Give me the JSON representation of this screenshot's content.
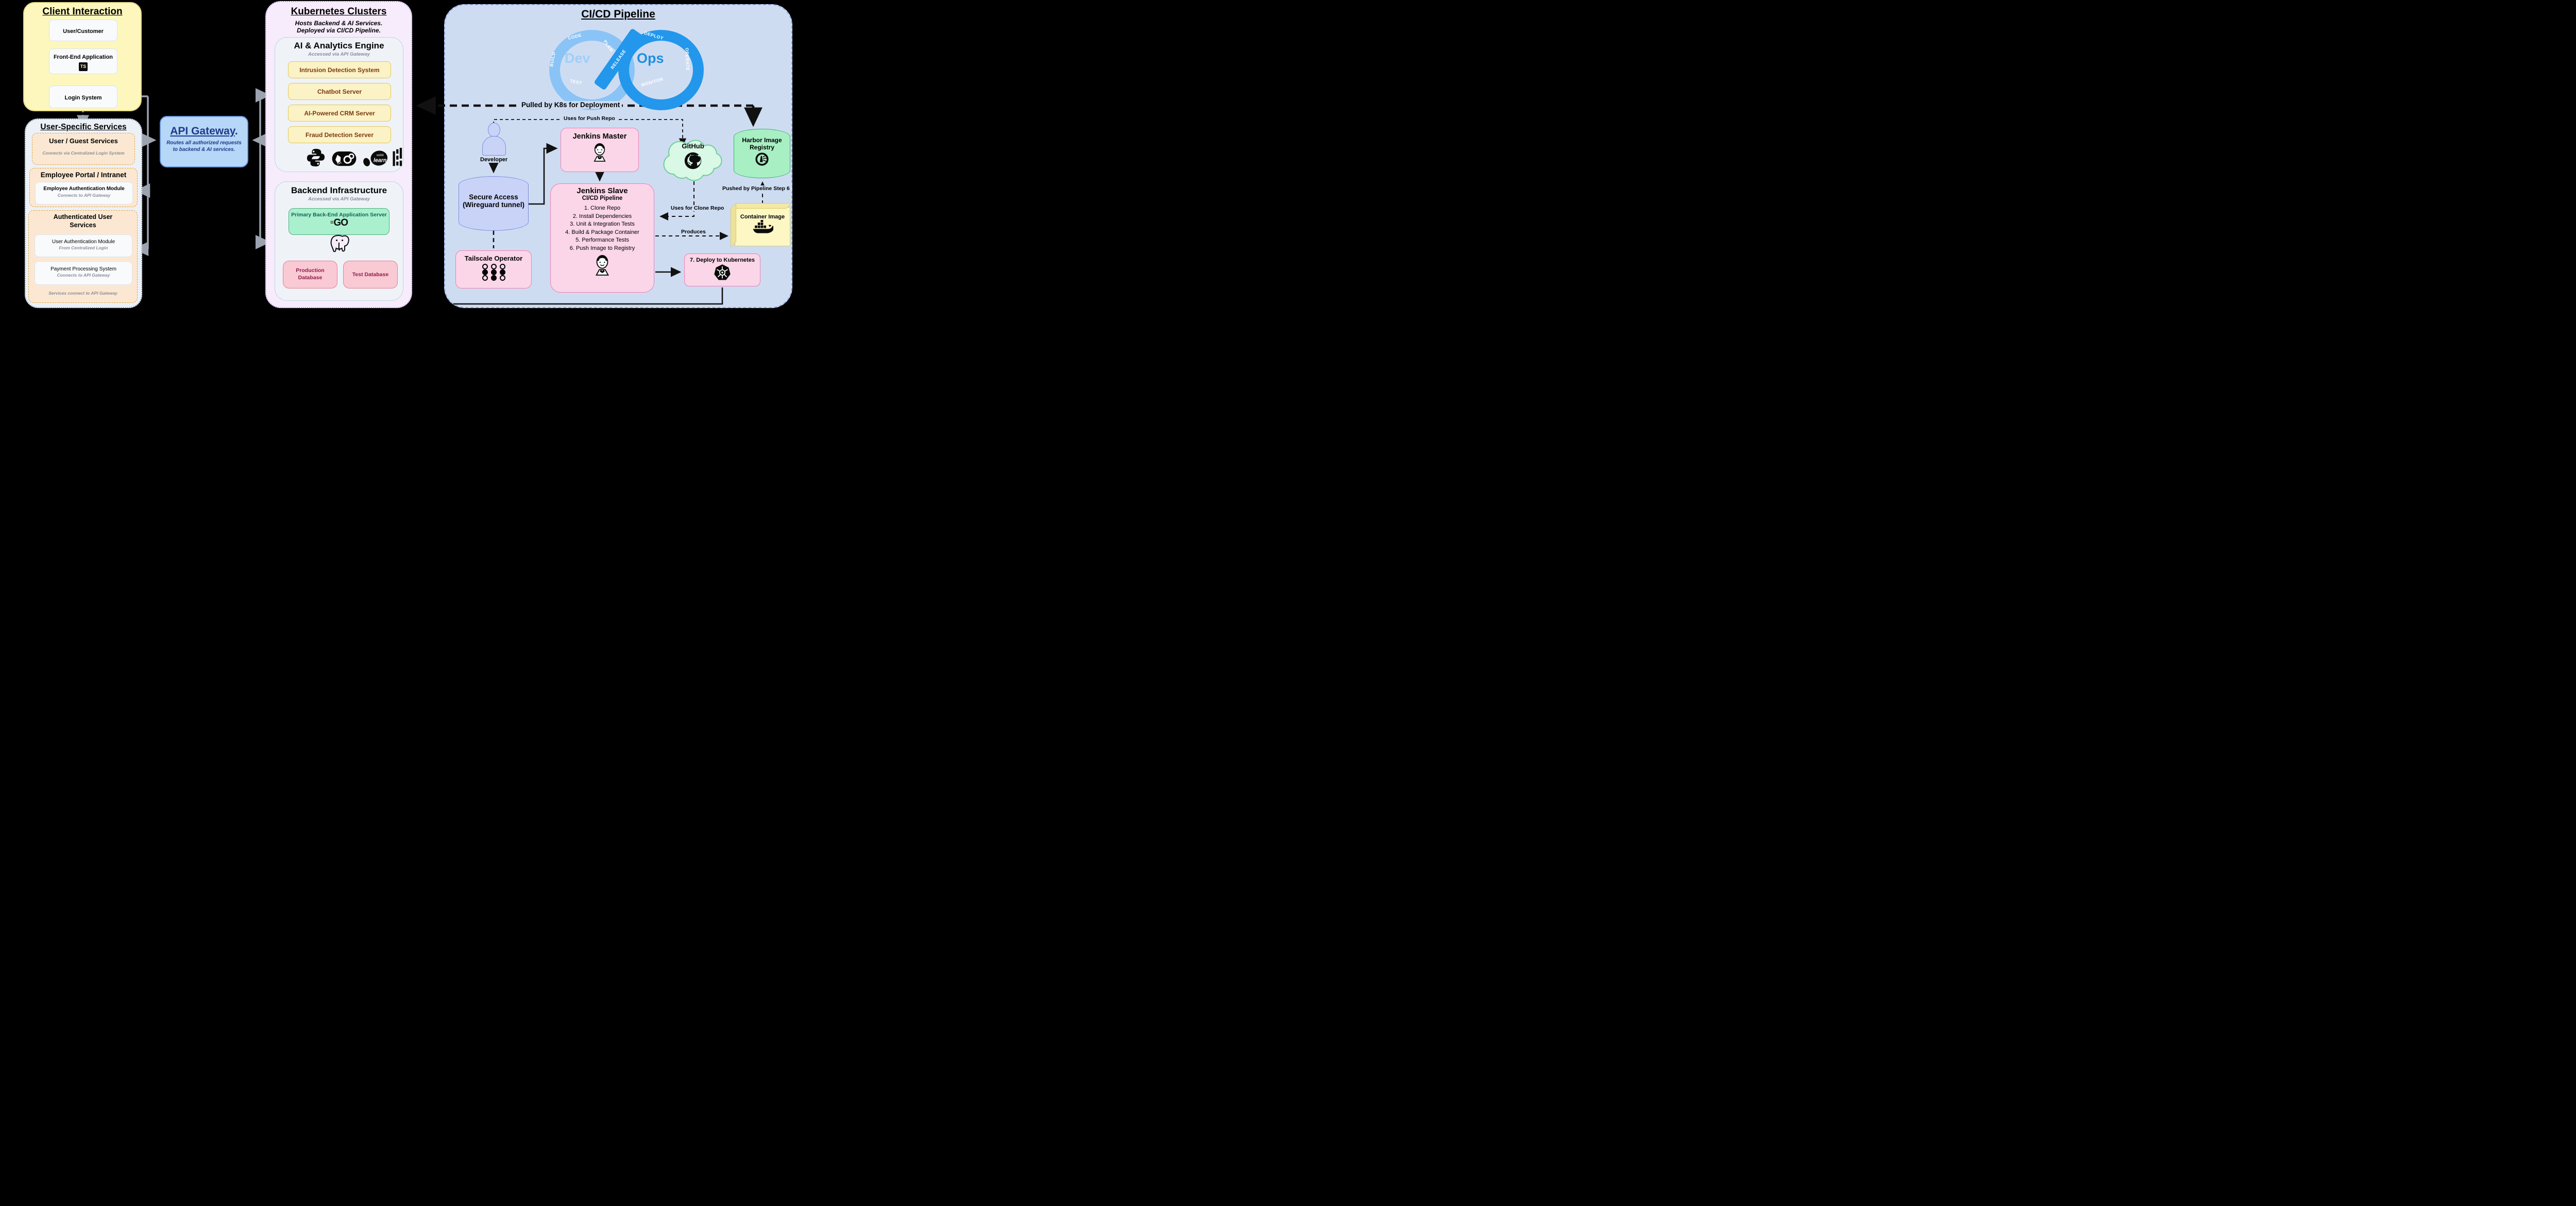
{
  "client_interaction": {
    "title": "Client Interaction",
    "nodes": [
      "User/Customer",
      "Front-End Application",
      "Login System"
    ],
    "ts_badge": "TS"
  },
  "user_specific_services": {
    "title": "User-Specific Services",
    "user_guest": {
      "title": "User / Guest Services",
      "subtitle": "Connects via Centralized Login System"
    },
    "employee_portal": {
      "title": "Employee Portal / Intranet",
      "module_title": "Employee Authentication Module",
      "module_subtitle": "Connects to API Gateway"
    },
    "authenticated": {
      "title": "Authenticated User Services",
      "module1_title": "User Authentication Module",
      "module1_subtitle": "From Centralized Login",
      "module2_title": "Payment Processing System",
      "module2_subtitle": "Connects to API Gateway",
      "footer": "Services connect to API Gateway"
    }
  },
  "api_gateway": {
    "title": "API Gateway",
    "suffix": ".",
    "subtitle": "Routes all authorized requests to backend & AI services."
  },
  "kubernetes_clusters": {
    "title": "Kubernetes Clusters",
    "subtitle_line1": "Hosts Backend & AI Services.",
    "subtitle_line2": "Deployed via CI/CD Pipeline.",
    "ai_engine": {
      "title": "AI & Analytics Engine",
      "subtitle": "Accessed via API Gateway",
      "services": [
        "Intrusion Detection System",
        "Chatbot Server",
        "AI-Powered CRM Server",
        "Fraud Detection Server"
      ],
      "icons": [
        "python-icon",
        "langchain-icon",
        "scikit-learn-icon",
        "equalizer-bars-icon"
      ]
    },
    "backend": {
      "title": "Backend Infrastructure",
      "subtitle": "Accessed via API Gateway",
      "primary_server": "Primary Back-End Application Server",
      "go_logo": "GO",
      "databases": [
        "Production Database",
        "Test Database"
      ]
    }
  },
  "cicd": {
    "title": "CI/CD Pipeline",
    "devops": {
      "dev": "Dev",
      "ops": "Ops",
      "segments": [
        "CODE",
        "PLAN",
        "BUILD",
        "TEST",
        "DEPLOY",
        "OPERATE",
        "MONITOR",
        "RELEASE"
      ]
    },
    "developer": "Developer",
    "secure_access_line1": "Secure Access",
    "secure_access_line2": "(Wireguard tunnel)",
    "tailscale": "Tailscale Operator",
    "jenkins_master": "Jenkins Master",
    "jenkins_slave": {
      "title": "Jenkins Slave",
      "subtitle": "CI/CD Pipeline",
      "steps": [
        "1. Clone Repo",
        "2. Install Dependencies",
        "3. Unit & Integration Tests",
        "4. Build & Package Container",
        "5. Performance Tests",
        "6. Push Image to Registry"
      ]
    },
    "github": "GitHub",
    "harbor_line1": "Harbor Image",
    "harbor_line2": "Registry",
    "container_image": "Container Image",
    "deploy_step": "7. Deploy to Kubernetes",
    "edge_labels": {
      "pulled": "Pulled by K8s for Deployment",
      "push_repo": "Uses for Push Repo",
      "clone_repo": "Uses for Clone Repo",
      "produces": "Produces",
      "pushed": "Pushed by Pipeline Step 6"
    }
  },
  "colors": {
    "client_bg": "#fdf7bd",
    "services_bg": "#ecf1f8",
    "peach_bg": "#fce8d2",
    "api_gateway_bg": "#b7d7f8",
    "api_gateway_text": "#1e3a8a",
    "k8s_bg": "#f6ecfc",
    "ai_item_bg": "#fbf2c5",
    "ai_item_text": "#7c3a12",
    "go_server_bg": "#abf0ce",
    "db_bg": "#f9c9d4",
    "db_text": "#8f1d4a",
    "cicd_bg": "#cedcf2",
    "jenkins_bg": "#fad6e8",
    "github_bg": "#d9f8e5",
    "harbor_bg": "#a9efc4",
    "container_bg": "#fdf7c3",
    "dev_ring": "#8ac4f6",
    "ops_ring": "#2297eb"
  }
}
